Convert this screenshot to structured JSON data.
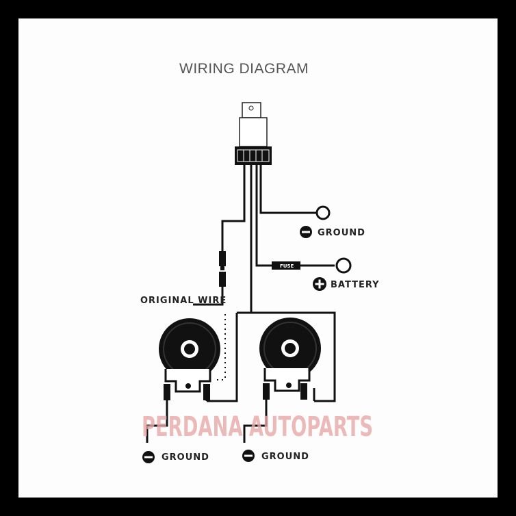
{
  "diagram": {
    "title": "WIRING DIAGRAM",
    "labels": {
      "ground_top": "GROUND",
      "battery": "BATTERY",
      "fuse": "FUSE",
      "original_wire": "ORIGINAL WIRE",
      "ground_left": "GROUND",
      "ground_right": "GROUND"
    },
    "watermark": "PERDANA AUTOPARTS"
  },
  "colors": {
    "background": "#000000",
    "panel": "#fdfdfd",
    "ink": "#111111",
    "watermark": "#e8a9a9"
  },
  "icons": [
    "relay-icon",
    "horn-icon",
    "minus-circle-icon",
    "plus-circle-icon",
    "ring-terminal-icon",
    "fuse-icon",
    "connector-icon"
  ]
}
